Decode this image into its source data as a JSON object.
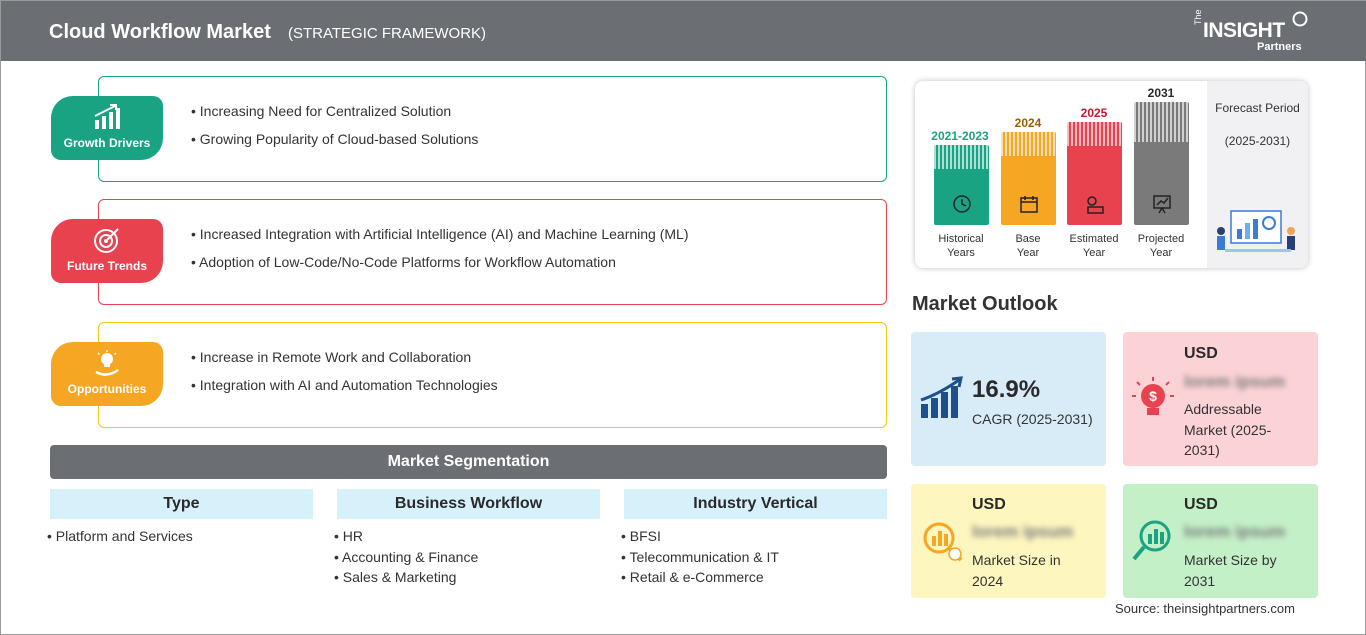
{
  "header": {
    "title": "Cloud Workflow Market",
    "subtitle": "(STRATEGIC FRAMEWORK)"
  },
  "logo": {
    "the": "The",
    "insight": "INSIGHT",
    "partners": "Partners"
  },
  "framework": {
    "growth": {
      "label": "Growth Drivers",
      "color": "#1aa383",
      "items": [
        "Increasing Need for Centralized Solution",
        "Growing Popularity of Cloud-based Solutions"
      ]
    },
    "trends": {
      "label": "Future Trends",
      "color": "#e8424f",
      "items": [
        "Increased Integration with Artificial Intelligence (AI) and Machine Learning (ML)",
        "Adoption of Low-Code/No-Code Platforms for Workflow Automation"
      ]
    },
    "opps": {
      "label": "Opportunities",
      "color": "#f5a623",
      "items": [
        "Increase in Remote Work and Collaboration",
        "Integration with AI and Automation Technologies"
      ]
    }
  },
  "segmentation": {
    "title": "Market Segmentation",
    "columns": [
      {
        "heading": "Type",
        "items": [
          "Platform and Services"
        ]
      },
      {
        "heading": "Business Workflow",
        "items": [
          "HR",
          "Accounting & Finance",
          "Sales & Marketing"
        ]
      },
      {
        "heading": "Industry Vertical",
        "items": [
          "BFSI",
          "Telecommunication & IT",
          "Retail & e-Commerce"
        ]
      }
    ]
  },
  "timeline": {
    "periods": [
      {
        "year": "2021-2023",
        "label1": "Historical",
        "label2": "Years",
        "color": "#1aa383"
      },
      {
        "year": "2024",
        "label1": "Base",
        "label2": "Year",
        "color": "#f5a623"
      },
      {
        "year": "2025",
        "label1": "Estimated",
        "label2": "Year",
        "color": "#e8424f"
      },
      {
        "year": "2031",
        "label1": "Projected",
        "label2": "Year",
        "color": "#7a7a7a"
      }
    ],
    "forecast_title": "Forecast Period",
    "forecast_range": "(2025-2031)"
  },
  "outlook": {
    "title": "Market Outlook",
    "cagr": {
      "value": "16.9%",
      "label": "CAGR (2025-2031)"
    },
    "addressable": {
      "usd": "USD",
      "value": "lorem ipsum",
      "label": "Addressable Market (2025-2031)"
    },
    "size_2024": {
      "usd": "USD",
      "value": "lorem ipsum",
      "label": "Market Size in 2024"
    },
    "size_2031": {
      "usd": "USD",
      "value": "lorem ipsum",
      "label": "Market Size by 2031"
    }
  },
  "source": "Source: theinsightpartners.com"
}
